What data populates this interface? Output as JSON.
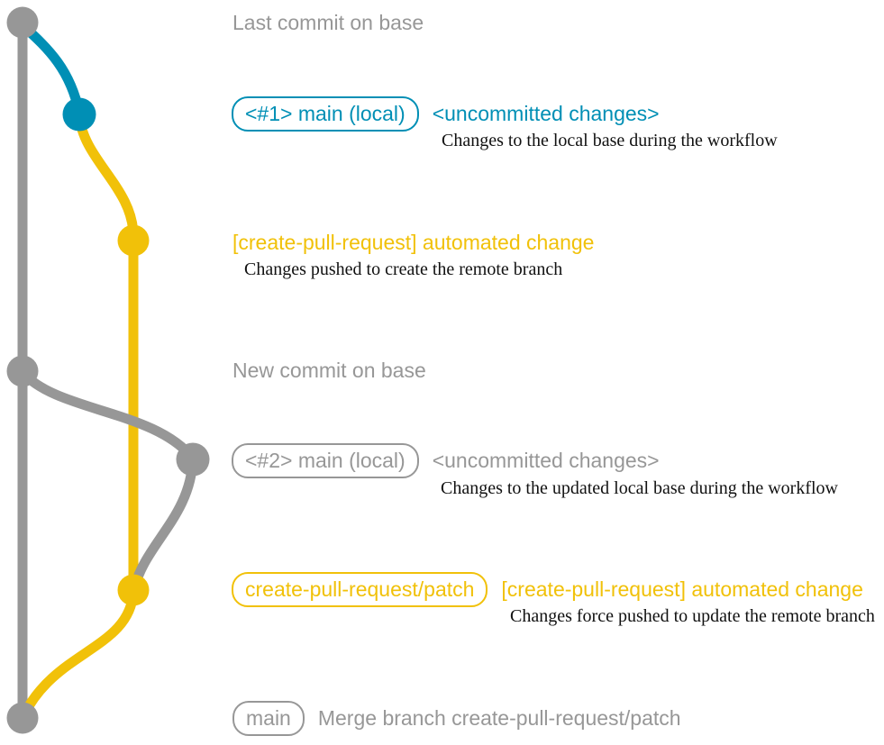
{
  "colors": {
    "gray": "#979797",
    "blue": "#008fb5",
    "yellow": "#f1c109",
    "note": "#111111",
    "background": "#ffffff"
  },
  "rows": {
    "last_commit": {
      "label": "Last commit on base"
    },
    "main_local_1": {
      "branch_label": "<#1> main (local)",
      "status": "<uncommitted changes>",
      "note": "Changes to the local base during the workflow"
    },
    "automated_change_1": {
      "label": "[create-pull-request] automated change",
      "note": "Changes pushed to create the remote branch"
    },
    "new_commit": {
      "label": "New commit on base"
    },
    "main_local_2": {
      "branch_label": "<#2> main (local)",
      "status": "<uncommitted changes>",
      "note": "Changes to the updated local base during the workflow"
    },
    "cpr_patch": {
      "branch_label": "create-pull-request/patch",
      "label": "[create-pull-request] automated change",
      "note": "Changes force pushed to update the remote branch"
    },
    "merge": {
      "branch_label": "main",
      "label": "Merge branch create-pull-request/patch"
    }
  },
  "graph": {
    "branches": [
      {
        "name": "base",
        "color": "gray"
      },
      {
        "name": "main-local",
        "color": "blue"
      },
      {
        "name": "create-pull-request/patch",
        "color": "yellow"
      }
    ],
    "commits": [
      {
        "name": "last-commit-on-base",
        "color": "gray"
      },
      {
        "name": "main-local-1",
        "color": "blue"
      },
      {
        "name": "automated-change-1",
        "color": "yellow"
      },
      {
        "name": "new-commit-on-base",
        "color": "gray"
      },
      {
        "name": "main-local-2",
        "color": "gray"
      },
      {
        "name": "automated-change-2",
        "color": "yellow"
      },
      {
        "name": "merge-commit",
        "color": "gray"
      }
    ]
  }
}
